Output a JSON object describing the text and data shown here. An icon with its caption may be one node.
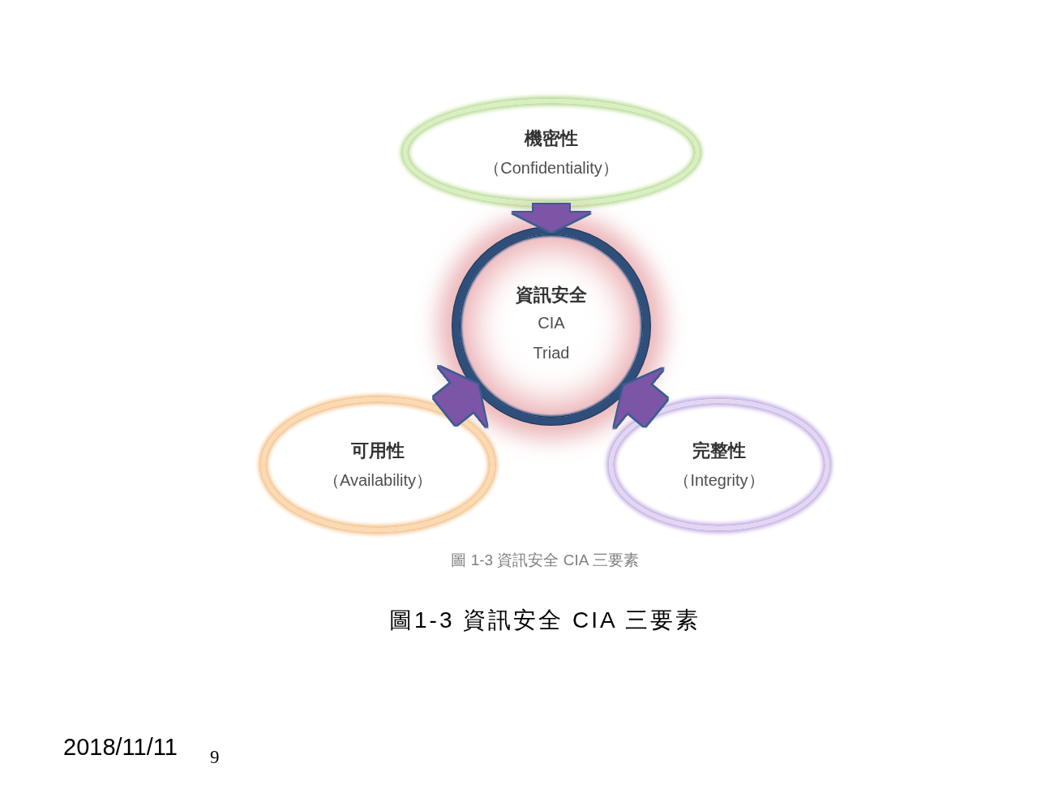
{
  "diagram": {
    "caption": "圖1-3 資訊安全 CIA 三要素",
    "nodes": [
      {
        "text": [
          "機密性",
          "（Confidentiality）"
        ]
      },
      {
        "text": [
          "資訊安全",
          "CIA Triad"
        ]
      },
      {
        "text": [
          "可用性",
          "（Availability）"
        ]
      },
      {
        "text": [
          "完整性",
          "（Integrity）"
        ]
      }
    ],
    "edges": [
      {
        "from": 0,
        "to": 1,
        "arrow": "to"
      },
      {
        "from": 2,
        "to": 1,
        "arrow": "to"
      },
      {
        "from": 3,
        "to": 1,
        "arrow": "to"
      }
    ],
    "labels": [
      "圖 1-3 資訊安全 CIA 三要素",
      "2018/11/11",
      "9"
    ]
  }
}
